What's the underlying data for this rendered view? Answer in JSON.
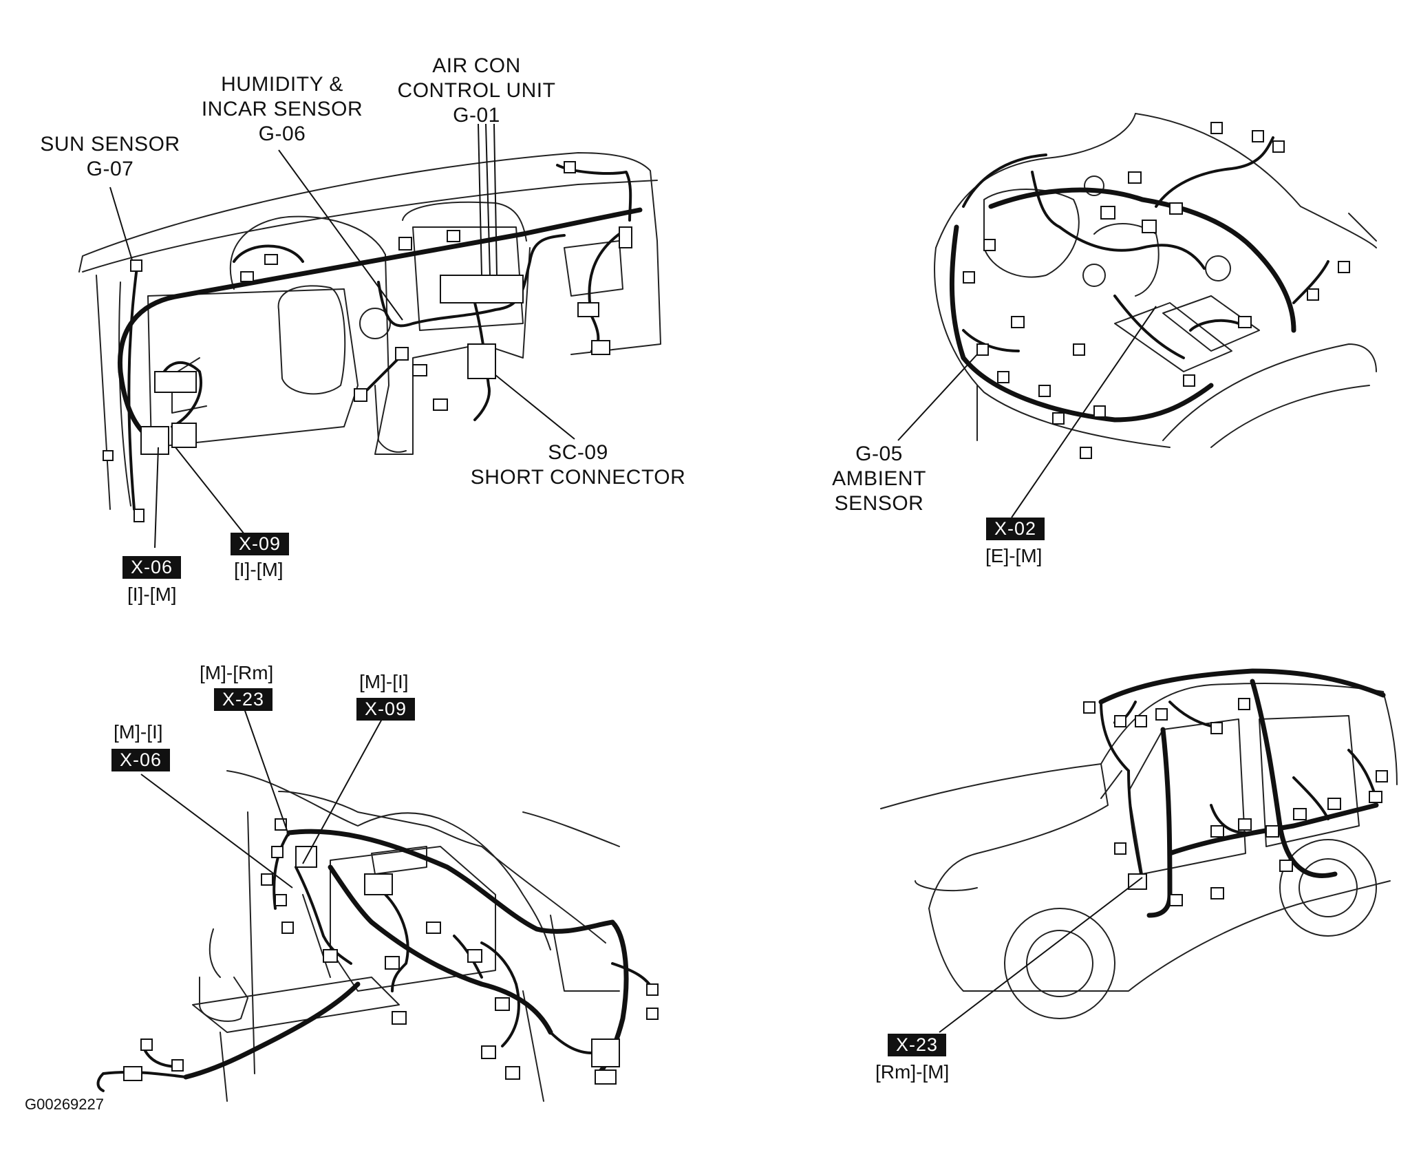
{
  "panel_top_left": {
    "sun_sensor": {
      "line1": "SUN SENSOR",
      "line2": "G-07"
    },
    "humidity_sensor": {
      "line1": "HUMIDITY &",
      "line2": "INCAR SENSOR",
      "line3": "G-06"
    },
    "air_con_unit": {
      "line1": "AIR CON",
      "line2": "CONTROL UNIT",
      "line3": "G-01"
    },
    "short_connector": {
      "line1": "SC-09",
      "line2": "SHORT CONNECTOR"
    },
    "x06": {
      "tag": "X-06",
      "sub": "[I]-[M]"
    },
    "x09": {
      "tag": "X-09",
      "sub": "[I]-[M]"
    }
  },
  "panel_top_right": {
    "ambient_sensor": {
      "line1": "G-05",
      "line2": "AMBIENT",
      "line3": "SENSOR"
    },
    "x02": {
      "tag": "X-02",
      "sub": "[E]-[M]"
    }
  },
  "panel_bottom_left": {
    "x23": {
      "sub": "[M]-[Rm]",
      "tag": "X-23"
    },
    "x09": {
      "sub": "[M]-[I]",
      "tag": "X-09"
    },
    "x06": {
      "sub": "[M]-[I]",
      "tag": "X-06"
    }
  },
  "panel_bottom_right": {
    "x23": {
      "tag": "X-23",
      "sub": "[Rm]-[M]"
    }
  },
  "figure_code": "G00269227"
}
